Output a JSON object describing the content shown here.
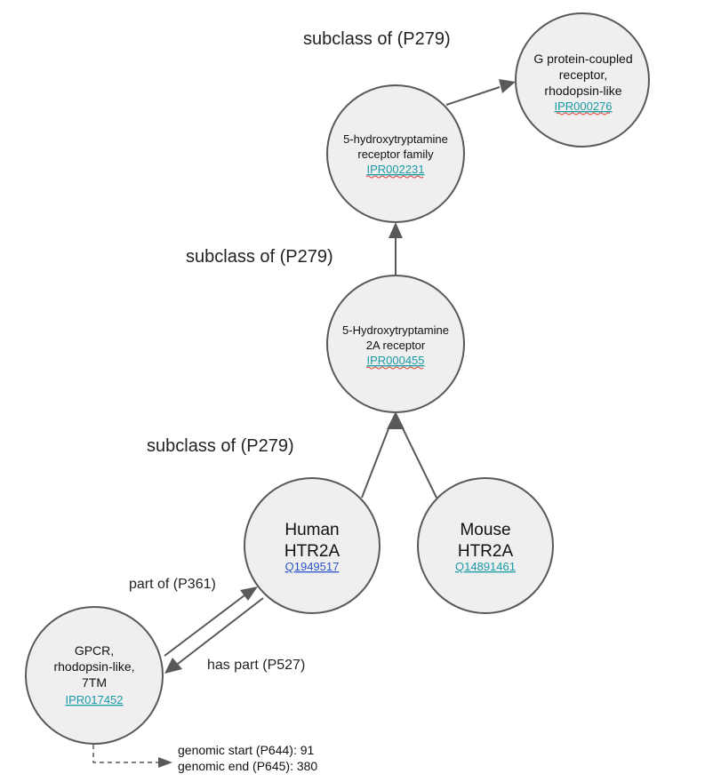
{
  "nodes": {
    "gpcr_rhodopsin": {
      "lines": [
        "G protein-coupled",
        "receptor,",
        "rhodopsin-like"
      ],
      "link": "IPR000276"
    },
    "ht_family": {
      "lines": [
        "5-hydroxytryptamine",
        "receptor family"
      ],
      "link": "IPR002231"
    },
    "ht2a_receptor": {
      "lines": [
        "5-Hydroxytryptamine",
        "2A receptor"
      ],
      "link": "IPR000455"
    },
    "human_htr2a": {
      "lines": [
        "Human",
        "HTR2A"
      ],
      "link": "Q1949517"
    },
    "mouse_htr2a": {
      "lines": [
        "Mouse",
        "HTR2A"
      ],
      "link": "Q14891461"
    },
    "gpcr_7tm": {
      "lines": [
        "GPCR,",
        "rhodopsin-like,",
        "7TM"
      ],
      "link": "IPR017452"
    }
  },
  "edges": {
    "subclass_top": "subclass of (P279)",
    "subclass_mid": "subclass of (P279)",
    "subclass_bottom": "subclass of (P279)",
    "part_of": "part of (P361)",
    "has_part": "has part (P527)"
  },
  "notes": {
    "genomic_start": "genomic start (P644): 91",
    "genomic_end": "genomic end (P645): 380"
  },
  "colors": {
    "node_fill": "#efefef",
    "node_stroke": "#595959",
    "interpro_link": "#1a9aa6",
    "wikidata_link": "#2b55c7",
    "spellcheck_underline": "#e0463a"
  }
}
